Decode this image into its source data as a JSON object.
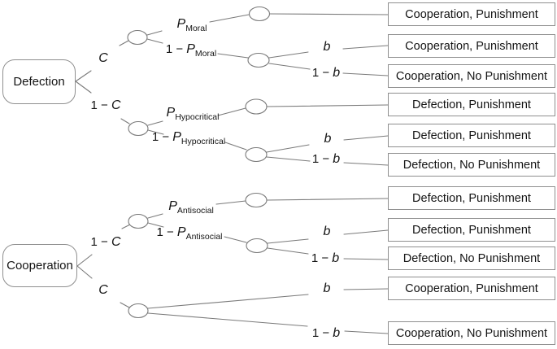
{
  "roots": {
    "defection": "Defection",
    "cooperation": "Cooperation"
  },
  "labels": {
    "c": {
      "var": "C"
    },
    "not_c": {
      "prefix": "1 − ",
      "var": "C"
    },
    "b": {
      "var": "b"
    },
    "not_b": {
      "prefix": "1 − ",
      "var": "b"
    },
    "p_moral": {
      "var": "P",
      "sub": "Moral"
    },
    "not_p_moral": {
      "prefix": "1 − ",
      "var": "P",
      "sub": "Moral"
    },
    "p_hypocritical": {
      "var": "P",
      "sub": "Hypocritical"
    },
    "not_p_hypocritical": {
      "prefix": "1 − ",
      "var": "P",
      "sub": "Hypocritical"
    },
    "p_antisocial": {
      "var": "P",
      "sub": "Antisocial"
    },
    "not_p_antisocial": {
      "prefix": "1 − ",
      "var": "P",
      "sub": "Antisocial"
    }
  },
  "outcomes": [
    "Cooperation, Punishment",
    "Cooperation, Punishment",
    "Cooperation, No Punishment",
    "Defection, Punishment",
    "Defection, Punishment",
    "Defection, No Punishment",
    "Defection, Punishment",
    "Defection, Punishment",
    "Defection, No Punishment",
    "Cooperation, Punishment",
    "Cooperation, No Punishment"
  ],
  "colors": {
    "line": "#7a7a7a",
    "border": "#8f8f8f",
    "text": "#141414",
    "bg": "#ffffff"
  }
}
